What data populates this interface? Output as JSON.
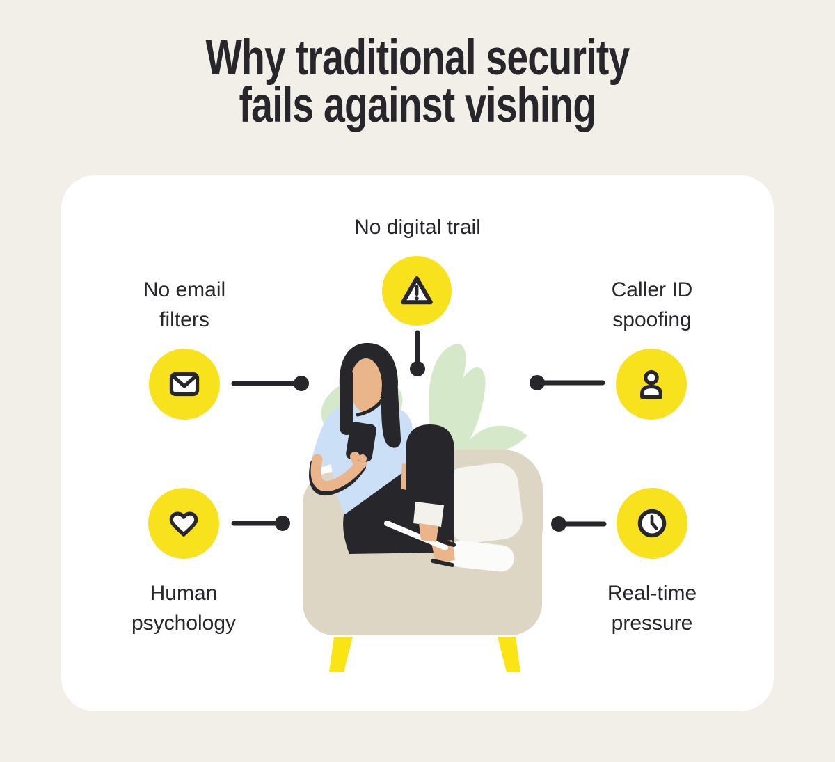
{
  "title": {
    "line1": "Why traditional security",
    "line2": "fails against vishing"
  },
  "items": [
    {
      "id": "no-digital-trail",
      "position": "top-center",
      "icon": "warning-triangle-icon",
      "label": "No digital trail"
    },
    {
      "id": "no-email-filters",
      "position": "upper-left",
      "icon": "envelope-icon",
      "label": "No email filters",
      "label_line1": "No email",
      "label_line2": "filters"
    },
    {
      "id": "caller-id-spoofing",
      "position": "upper-right",
      "icon": "person-icon",
      "label": "Caller ID spoofing",
      "label_line1": "Caller ID",
      "label_line2": "spoofing"
    },
    {
      "id": "human-psychology",
      "position": "lower-left",
      "icon": "heart-icon",
      "label": "Human psychology",
      "label_line1": "Human",
      "label_line2": "psychology"
    },
    {
      "id": "real-time-pressure",
      "position": "lower-right",
      "icon": "clock-icon",
      "label": "Real-time pressure",
      "label_line1": "Real-time",
      "label_line2": "pressure"
    }
  ],
  "colors": {
    "page_background": "#F2EFE9",
    "card_background": "#FFFFFF",
    "ink": "#26262B",
    "accent_yellow": "#F8E21D",
    "chair_beige": "#DED6C5",
    "chair_leg_yellow": "#FAE414",
    "plant_green": "#D6E8CA",
    "skin": "#EAB58B",
    "shirt_blue": "#CBDFF7",
    "pillow_white": "#F6F4EE"
  },
  "illustration": {
    "alt": "Woman with long dark hair sitting in a beige armchair with yellow legs, looking at her smartphone, light green plant leaves behind the chair"
  }
}
